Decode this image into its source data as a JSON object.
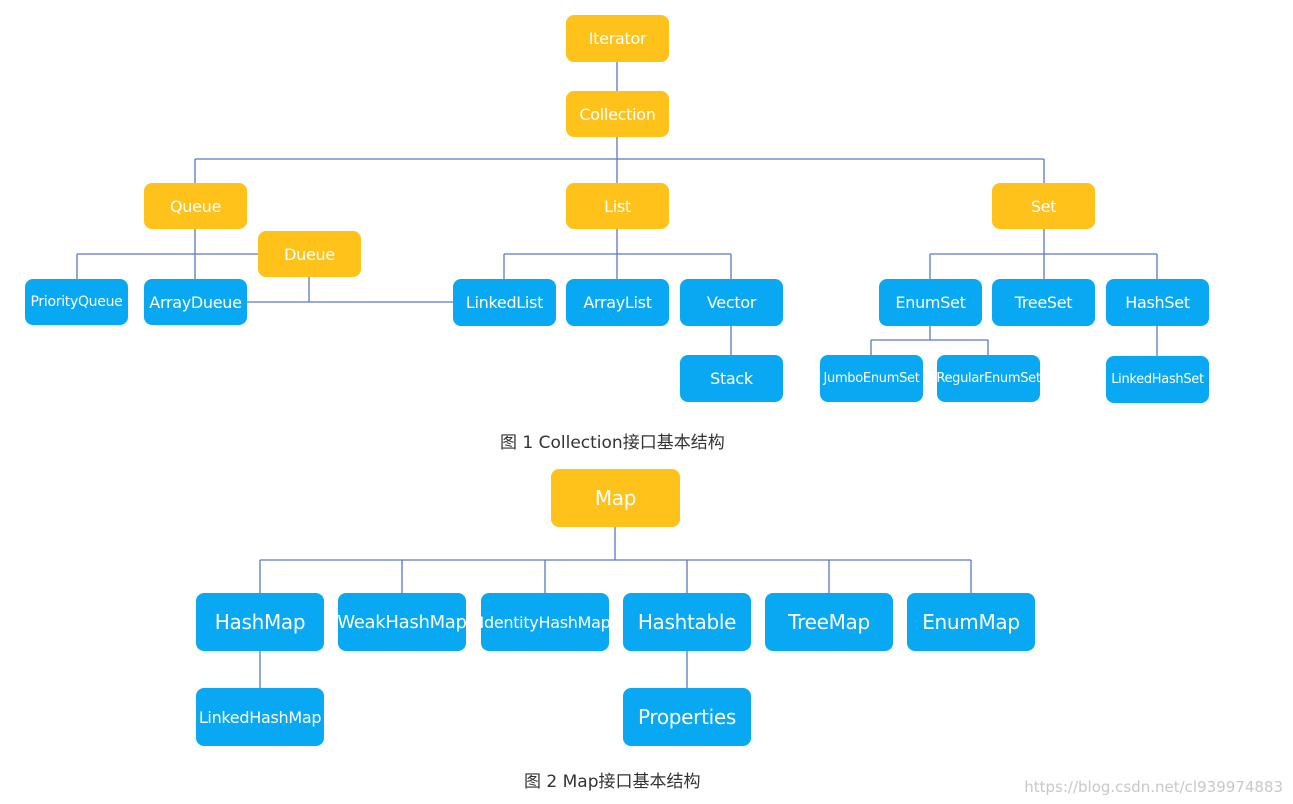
{
  "figure1": {
    "caption": "图 1  Collection接口基本结构",
    "nodes": {
      "iterator": "Iterator",
      "collection": "Collection",
      "queue": "Queue",
      "list": "List",
      "set": "Set",
      "dueue": "Dueue",
      "priorityqueue": "PriorityQueue",
      "arraydueue": "ArrayDueue",
      "linkedlist": "LinkedList",
      "arraylist": "ArrayList",
      "vector": "Vector",
      "stack": "Stack",
      "enumset": "EnumSet",
      "treeset": "TreeSet",
      "hashset": "HashSet",
      "jumboenumset": "JumboEnumSet",
      "regularenumset": "RegularEnumSet",
      "linkedhashset": "LinkedHashSet"
    }
  },
  "figure2": {
    "caption": "图 2  Map接口基本结构",
    "nodes": {
      "map": "Map",
      "hashmap": "HashMap",
      "weakhashmap": "WeakHashMap",
      "identityhashmap": "IdentityHashMap",
      "hashtable": "Hashtable",
      "treemap": "TreeMap",
      "enummap": "EnumMap",
      "linkedhashmap": "LinkedHashMap",
      "properties": "Properties"
    }
  },
  "watermark": "https://blog.csdn.net/cl939974883",
  "colors": {
    "interface": "#ffc21a",
    "implementation": "#08a9f2",
    "connector": "#5b79c4"
  }
}
